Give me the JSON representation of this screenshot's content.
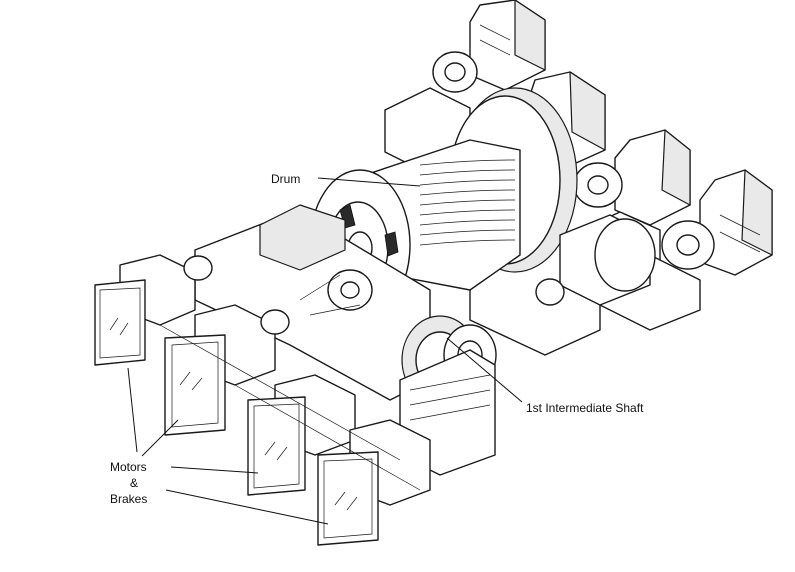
{
  "labels": {
    "drum": "Drum",
    "intermediate_shaft": "1st Intermediate Shaft",
    "motors_line1": "Motors",
    "motors_line2": "&",
    "motors_line3": "Brakes"
  }
}
